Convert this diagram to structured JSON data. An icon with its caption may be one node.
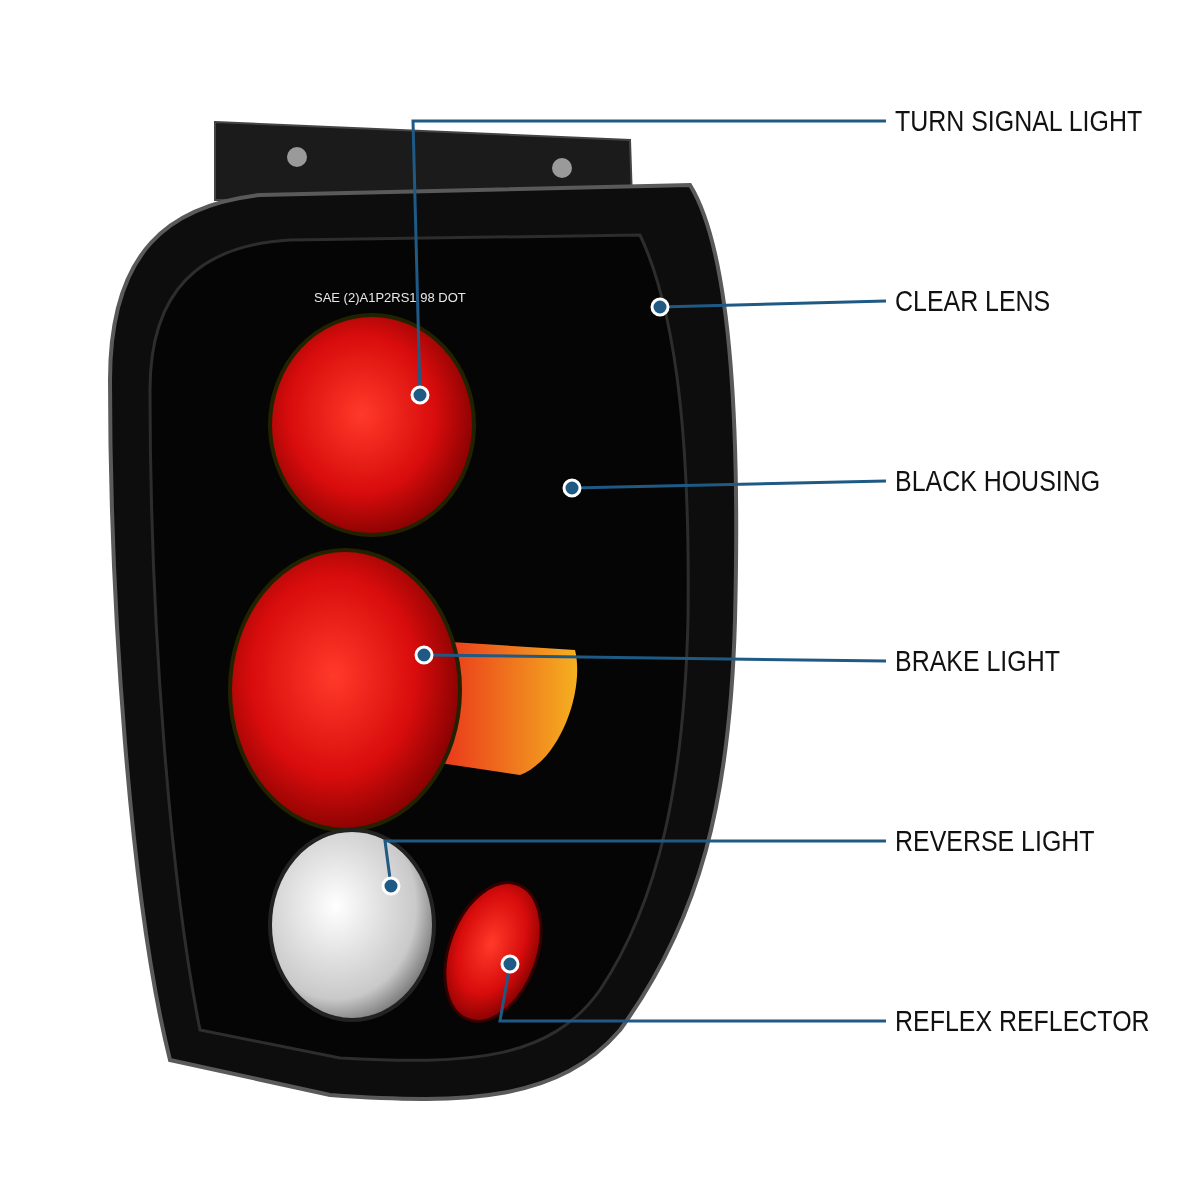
{
  "diagram": {
    "nodes": [
      {
        "text": [
          "TURN SIGNAL LIGHT"
        ]
      },
      {
        "text": [
          "CLEAR LENS"
        ]
      },
      {
        "text": [
          "BLACK HOUSING"
        ]
      },
      {
        "text": [
          "BRAKE LIGHT"
        ]
      },
      {
        "text": [
          "REVERSE LIGHT"
        ]
      },
      {
        "text": [
          "REFLEX REFLECTOR"
        ]
      },
      {
        "text": [],
        "shape": "picture"
      },
      {
        "text": [],
        "shape": "picture",
        "in": 8
      },
      {
        "text": [],
        "shape": "picture",
        "in": 6
      },
      {
        "text": [],
        "shape": "picture",
        "in": 8
      },
      {
        "text": [],
        "shape": "picture",
        "in": 8
      },
      {
        "text": [],
        "shape": "picture",
        "in": 8
      }
    ],
    "edges": [
      {
        "from": 0,
        "to": 9,
        "arrow": "other"
      },
      {
        "from": 1,
        "to": 6,
        "arrow": "other"
      },
      {
        "from": 2,
        "to": 8,
        "arrow": "other"
      },
      {
        "from": 3,
        "to": 10,
        "arrow": "other"
      },
      {
        "from": 4,
        "to": 11,
        "arrow": "other"
      },
      {
        "from": 5,
        "to": 7,
        "arrow": "other"
      }
    ],
    "labels": [
      "SAE (2)A1P2RS1 98 DOT"
    ]
  }
}
